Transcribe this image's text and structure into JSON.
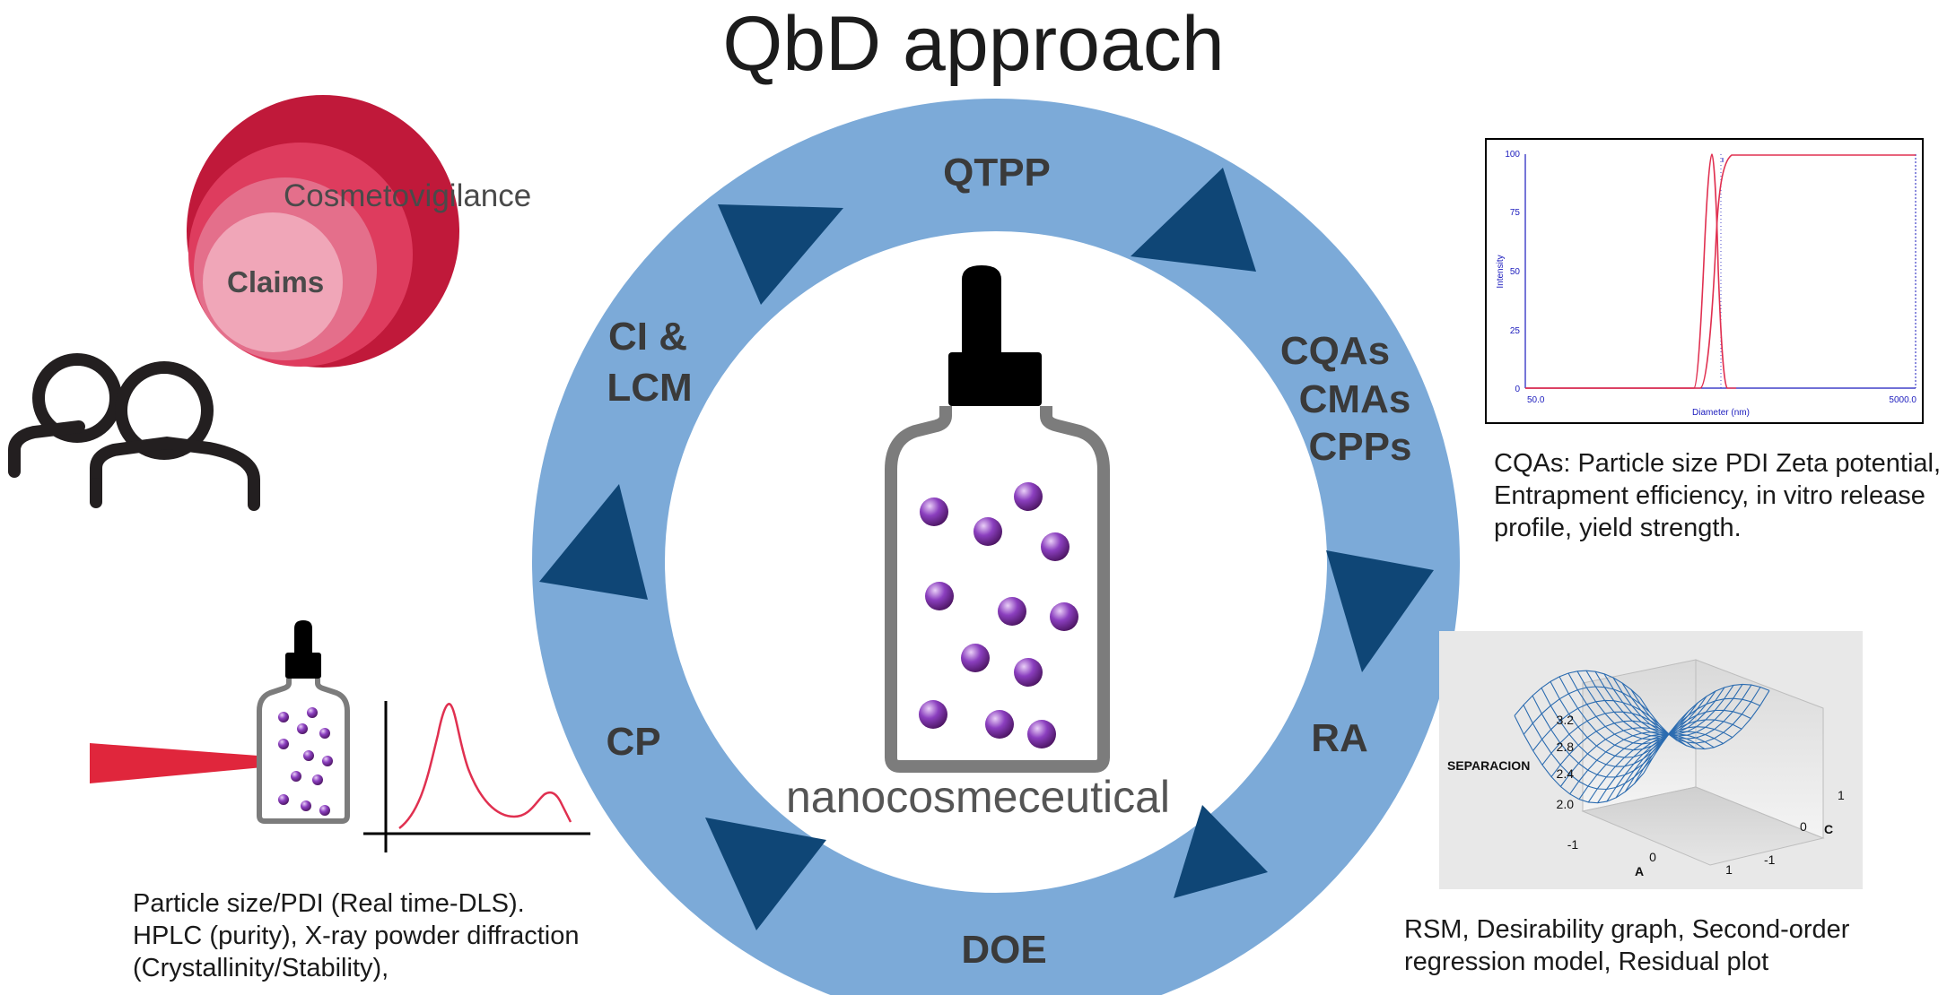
{
  "title": "QbD approach",
  "cycle": {
    "stages": [
      "QTPP",
      "CQAs",
      "CMAs",
      "CPPs",
      "RA",
      "DOE",
      "CP",
      "CI &",
      "LCM"
    ]
  },
  "center": {
    "label": "nanocosmeceutical"
  },
  "left_top": {
    "outer_label": "Cosmetovigilance",
    "inner_label": "Claims",
    "icon": "people-icon"
  },
  "left_bottom": {
    "note": "Particle size/PDI (Real time-DLS). HPLC (purity), X-ray powder diffraction (Crystallinity/Stability),"
  },
  "right_top": {
    "chart": {
      "y_ticks": [
        "100",
        "75",
        "50",
        "25",
        "0"
      ],
      "ylabel": "Intensity",
      "xlabel": "Diameter (nm)",
      "x_left": "50.0",
      "x_right": "5000.0"
    },
    "note": "CQAs: Particle size PDI Zeta potential, Entrapment efficiency, in vitro release profile, yield strength."
  },
  "right_bottom": {
    "surface": {
      "zlabel": "SEPARACION",
      "z_ticks": [
        "3.2",
        "2.8",
        "2.4",
        "2.0"
      ],
      "x_ticks": [
        "-1",
        "0",
        "1"
      ],
      "x_label": "A",
      "y_ticks": [
        "1",
        "0",
        "-1"
      ],
      "y_label": "C"
    },
    "note": "RSM, Desirability graph, Second-order regression model, Residual plot"
  },
  "colors": {
    "ring": "#7caad8",
    "arrow": "#0f4676",
    "ring_text": "#3a3a3a",
    "claims_dark": "#c0193a",
    "claims_light": "#f0a6b8",
    "particle": "#6a2c91",
    "laser": "#e0263c",
    "curve": "#e03050",
    "mesh": "#2c6cb0"
  }
}
